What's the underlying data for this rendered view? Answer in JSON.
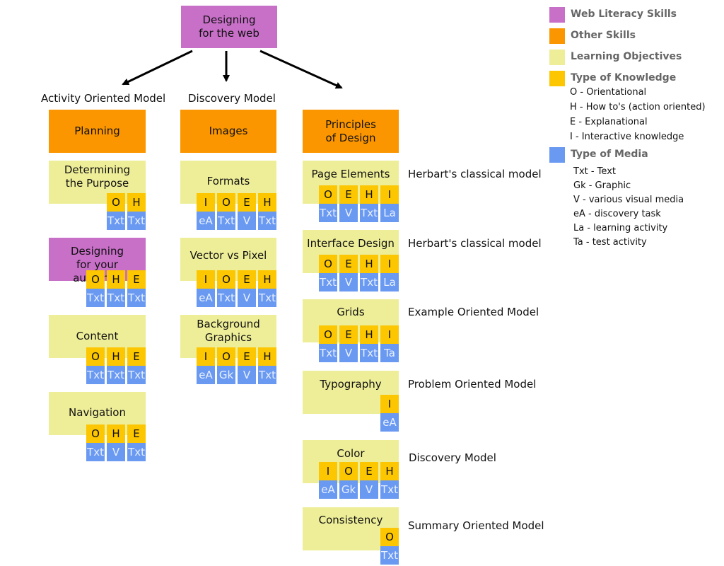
{
  "root": "Designing for the web",
  "legend": {
    "categories": [
      {
        "label": "Web Literacy Skills",
        "color": "#c86fc8"
      },
      {
        "label": "Other Skills",
        "color": "#fb9600"
      },
      {
        "label": "Learning Objectives",
        "color": "#eeee99"
      },
      {
        "label": "Type of Knowledge",
        "color": "#fcc600"
      }
    ],
    "knowledge": [
      "O - Orientational",
      "H - How to's (action oriented)",
      "E - Explanational",
      "I - Interactive knowledge"
    ],
    "media_title": "Type of Media",
    "media_color": "#6a99f2",
    "media": [
      "Txt - Text",
      "Gk - Graphic",
      "V - various visual media",
      "eA - discovery task",
      "La - learning activity",
      "Ta - test activity"
    ]
  },
  "columns": [
    {
      "model_label": "Activity Oriented Model",
      "header": "Planning",
      "items": [
        {
          "title": "Determining the Purpose",
          "type": "web_literacy",
          "knowledge": [
            "O",
            "H"
          ],
          "media": [
            "Txt",
            "Txt"
          ]
        },
        {
          "title": "Designing for your audience",
          "type": "web_literacy",
          "knowledge": [
            "O",
            "H",
            "E"
          ],
          "media": [
            "Txt",
            "Txt",
            "Txt"
          ]
        },
        {
          "title": "Content",
          "type": "learning_objective",
          "knowledge": [
            "O",
            "H",
            "E"
          ],
          "media": [
            "Txt",
            "Txt",
            "Txt"
          ]
        },
        {
          "title": "Navigation",
          "type": "learning_objective",
          "knowledge": [
            "O",
            "H",
            "E"
          ],
          "media": [
            "Txt",
            "V",
            "Txt"
          ]
        }
      ]
    },
    {
      "model_label": "Discovery Model",
      "header": "Images",
      "items": [
        {
          "title": "Formats",
          "knowledge": [
            "I",
            "O",
            "E",
            "H"
          ],
          "media": [
            "eA",
            "Txt",
            "V",
            "Txt"
          ]
        },
        {
          "title": "Vector vs Pixel",
          "knowledge": [
            "I",
            "O",
            "E",
            "H"
          ],
          "media": [
            "eA",
            "Txt",
            "V",
            "Txt"
          ]
        },
        {
          "title": "Background Graphics",
          "knowledge": [
            "I",
            "O",
            "E",
            "H"
          ],
          "media": [
            "eA",
            "Gk",
            "V",
            "Txt"
          ]
        }
      ]
    },
    {
      "model_label": "",
      "header": "Principles of Design",
      "items": [
        {
          "title": "Page Elements",
          "knowledge": [
            "O",
            "E",
            "H",
            "I"
          ],
          "media": [
            "Txt",
            "V",
            "Txt",
            "La"
          ],
          "model": "Herbart's classical model"
        },
        {
          "title": "Interface Design",
          "knowledge": [
            "O",
            "E",
            "H",
            "I"
          ],
          "media": [
            "Txt",
            "V",
            "Txt",
            "La"
          ],
          "model": "Herbart's classical model"
        },
        {
          "title": "Grids",
          "knowledge": [
            "O",
            "E",
            "H",
            "I"
          ],
          "media": [
            "Txt",
            "V",
            "Txt",
            "Ta"
          ],
          "model": "Example Oriented Model"
        },
        {
          "title": "Typography",
          "knowledge": [
            "I"
          ],
          "media": [
            "eA"
          ],
          "model": "Problem Oriented Model"
        },
        {
          "title": "Color",
          "knowledge": [
            "I",
            "O",
            "E",
            "H"
          ],
          "media": [
            "eA",
            "Gk",
            "V",
            "Txt"
          ],
          "model": "Discovery Model"
        },
        {
          "title": "Consistency",
          "knowledge": [
            "O"
          ],
          "media": [
            "Txt"
          ],
          "model": "Summary Oriented Model"
        }
      ]
    }
  ]
}
